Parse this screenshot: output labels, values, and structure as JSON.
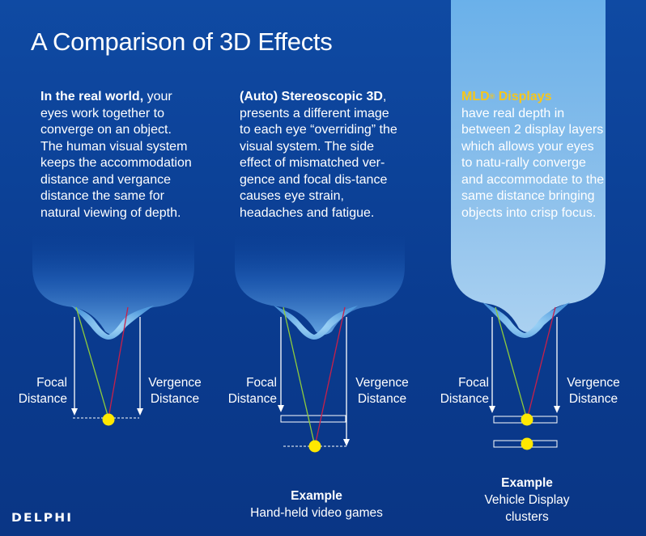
{
  "title": "A Comparison of 3D Effects",
  "columns": [
    {
      "lead": "In the real world,",
      "body": " your eyes work together to converge on an object. The human visual system keeps the accommodation distance and vergance distance the same for natural viewing of depth."
    },
    {
      "lead": "(Auto) Stereoscopic 3D",
      "body": ", presents a different image to each eye “overriding” the visual system. The side effect of mismatched ver-gence and focal dis-tance causes eye strain, headaches and fatigue."
    },
    {
      "lead": "MLD",
      "lead_sup": "®",
      "lead_rest": " Displays",
      "body": "have real depth in between 2 display layers which allows your eyes to natu-rally converge and accommodate to the same distance bringing objects into crisp focus."
    }
  ],
  "labels": {
    "focal_line1": "Focal",
    "focal_line2": "Distance",
    "vergence_line1": "Vergence",
    "vergence_line2": "Distance"
  },
  "examples": {
    "col2_head": "Example",
    "col2_body": "Hand-held video games",
    "col3_head": "Example",
    "col3_body_line1": "Vehicle Display",
    "col3_body_line2": "clusters"
  },
  "logo": "DELPHI",
  "colors": {
    "background": "#0f4aa3",
    "accent_gold": "#f6c61b",
    "focus_dot": "#ffe800",
    "green_ray": "#8ecb3c",
    "red_ray": "#c8204a"
  }
}
